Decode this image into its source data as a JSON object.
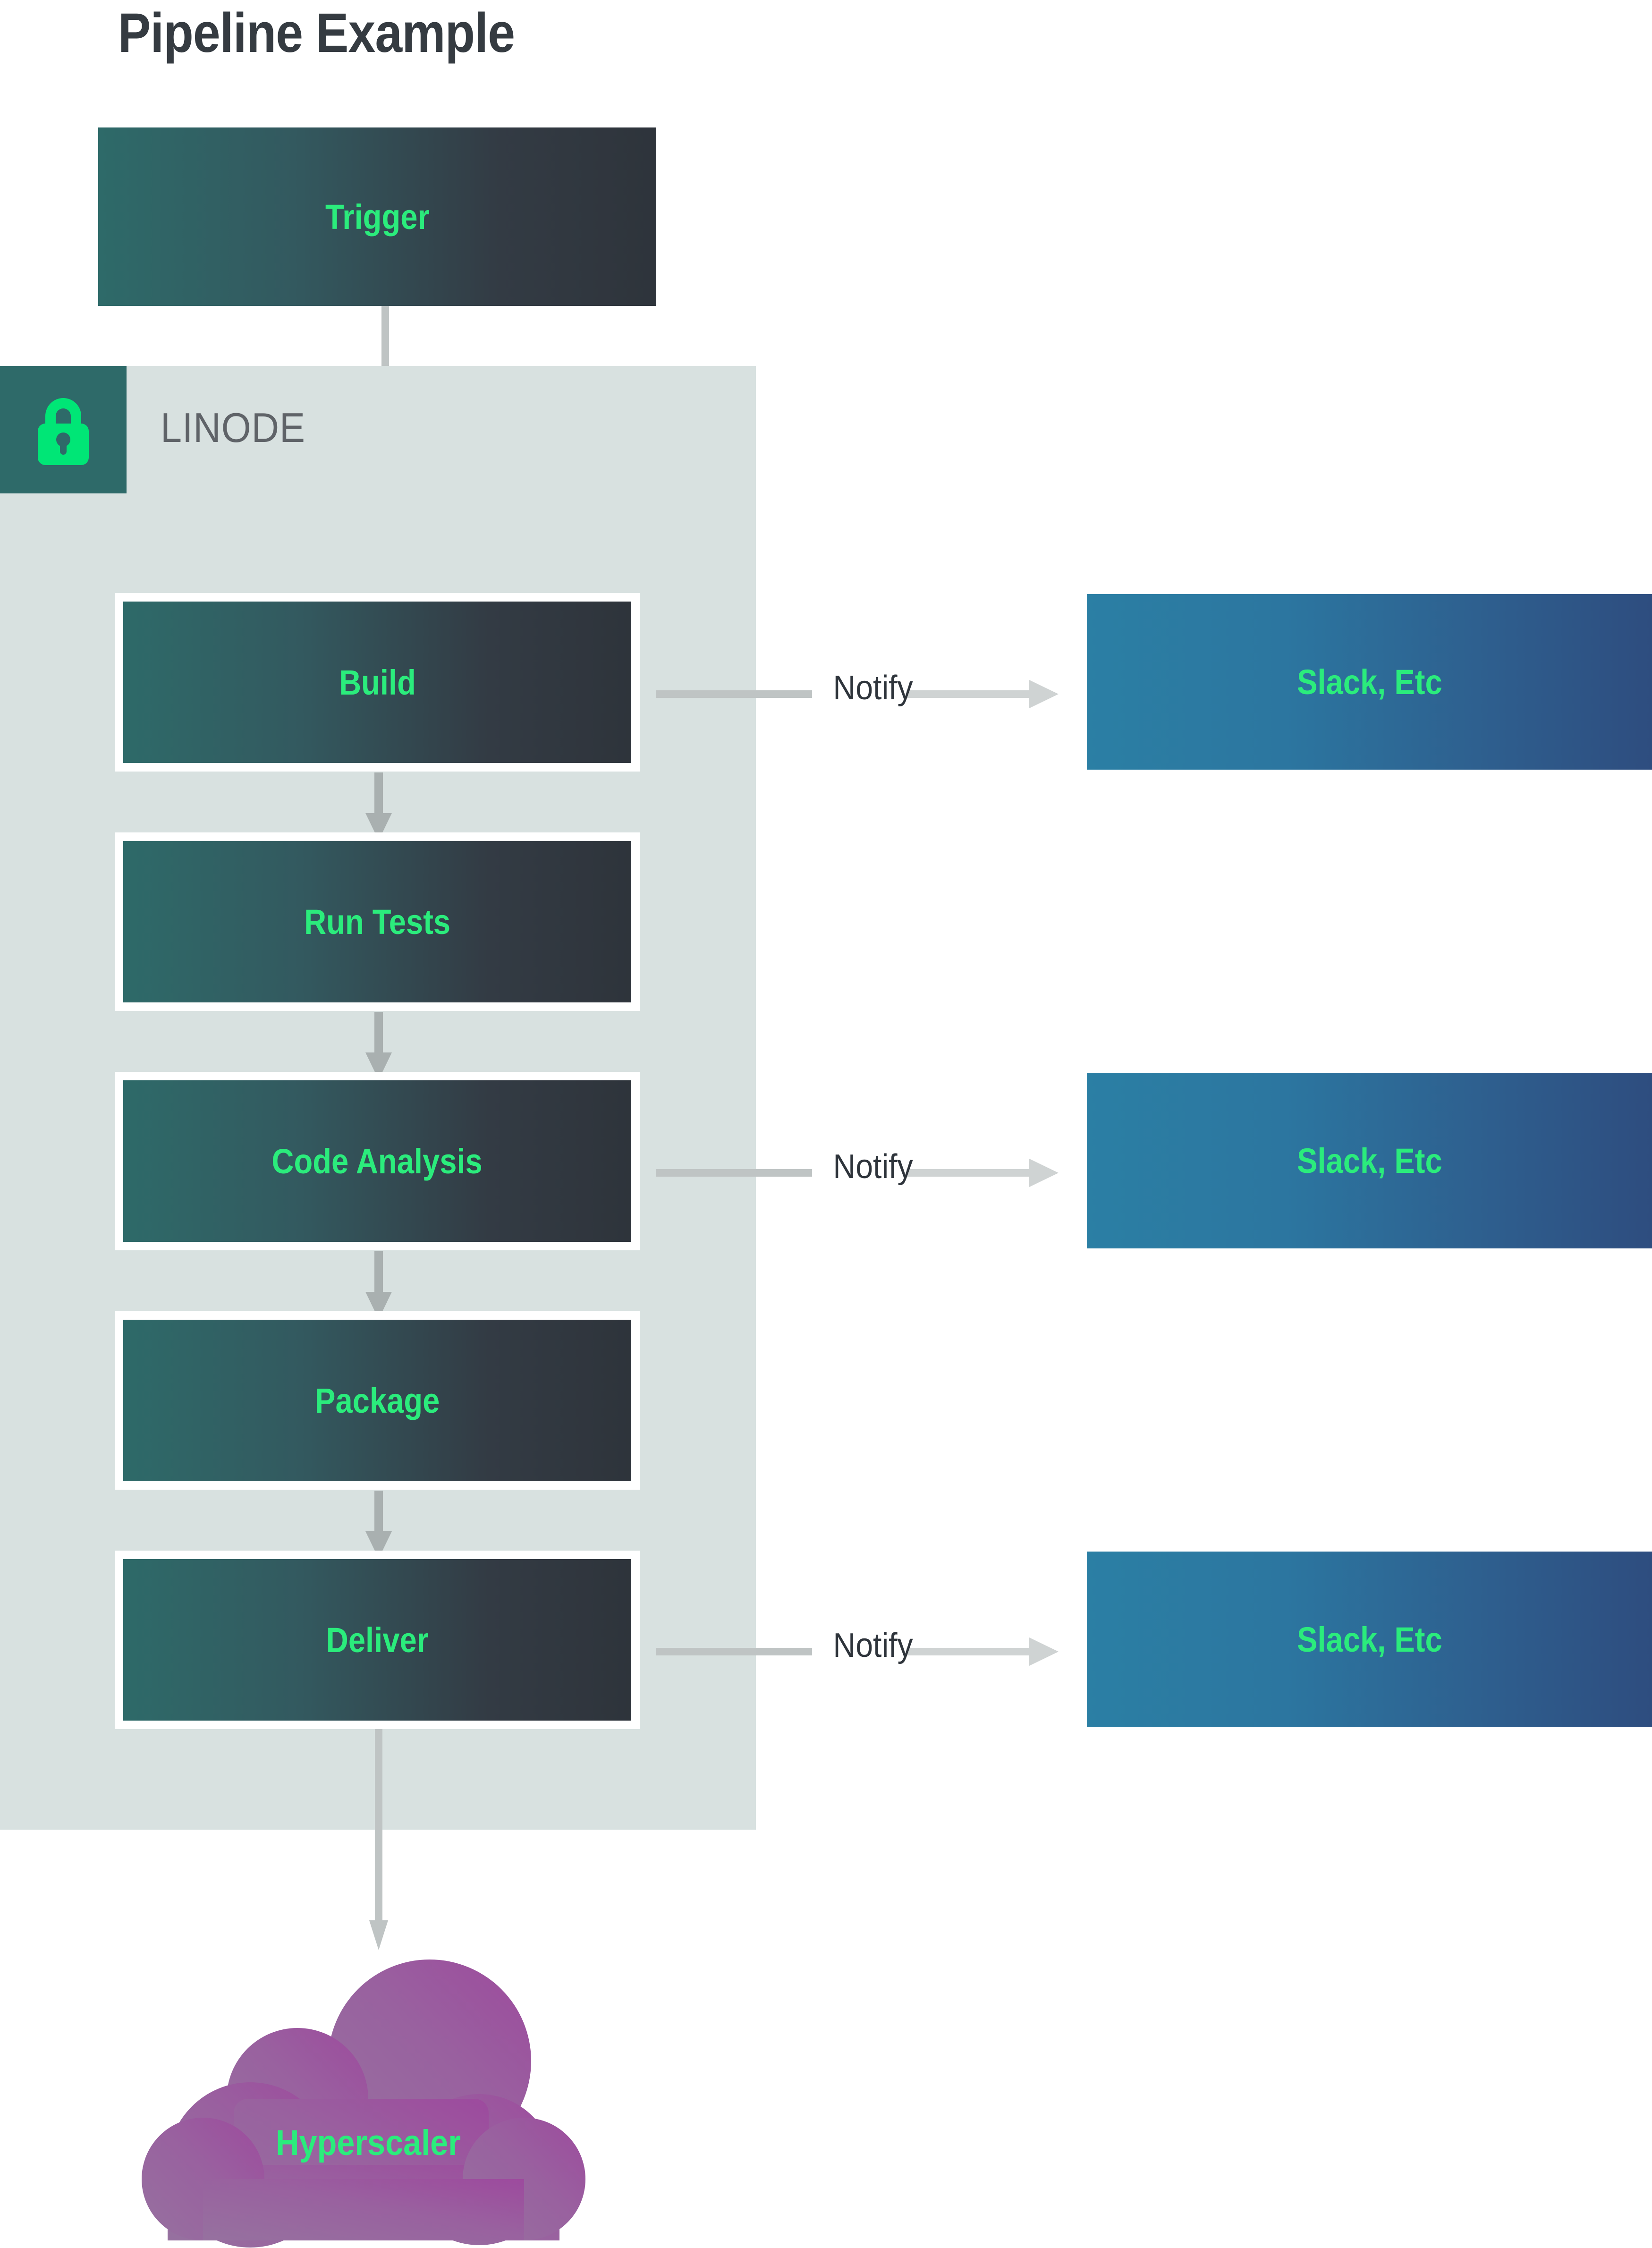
{
  "title": "Pipeline Example",
  "zone": {
    "label": "LINODE",
    "icon": "lock-icon",
    "fill": "#d8e1e0",
    "icon_bg": "#2e6a69",
    "icon_color": "#00e676"
  },
  "colors": {
    "stage_gradient_start": "#2e6a69",
    "stage_gradient_end": "#2e343b",
    "notify_gradient_start": "#2b7fa4",
    "notify_gradient_end": "#2e4d7f",
    "node_text": "#2bec7c",
    "title_text": "#353b41",
    "arrow": "#bfc4c4",
    "cloud_start": "#9a6fa0",
    "cloud_end": "#9d4f9f"
  },
  "trigger": {
    "label": "Trigger"
  },
  "stages": [
    {
      "label": "Build"
    },
    {
      "label": "Run Tests"
    },
    {
      "label": "Code Analysis"
    },
    {
      "label": "Package"
    },
    {
      "label": "Deliver"
    }
  ],
  "notifications": [
    {
      "edge_label": "Notify",
      "target_label": "Slack, Etc",
      "from_stage": "Build"
    },
    {
      "edge_label": "Notify",
      "target_label": "Slack, Etc",
      "from_stage": "Code Analysis"
    },
    {
      "edge_label": "Notify",
      "target_label": "Slack, Etc",
      "from_stage": "Deliver"
    }
  ],
  "cloud": {
    "label": "Hyperscaler"
  }
}
